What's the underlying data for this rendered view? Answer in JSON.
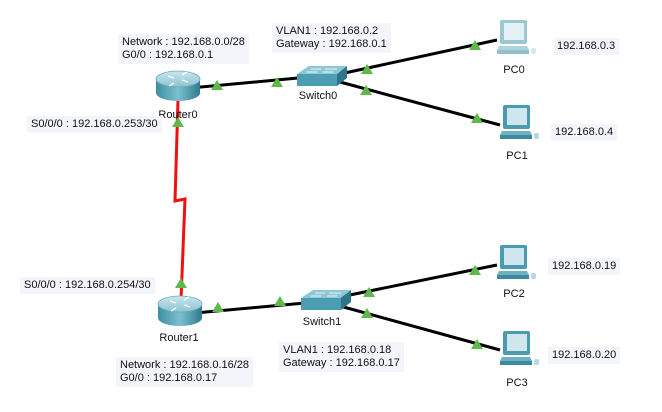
{
  "colors": {
    "link_copper": "#000000",
    "link_serial": "#ee1111",
    "port_up": "#5fb84a",
    "device_body": "#4a9bb0",
    "device_top": "#8fc6d4",
    "note_bg": "#f3f5fb"
  },
  "devices": {
    "router0": {
      "label": "Router0",
      "icon": "router-icon"
    },
    "router1": {
      "label": "Router1",
      "icon": "router-icon"
    },
    "switch0": {
      "label": "Switch0",
      "icon": "switch-icon"
    },
    "switch1": {
      "label": "Switch1",
      "icon": "switch-icon"
    },
    "pc0": {
      "label": "PC0",
      "icon": "pc-icon",
      "faded": true
    },
    "pc1": {
      "label": "PC1",
      "icon": "pc-icon",
      "faded": false
    },
    "pc2": {
      "label": "PC2",
      "icon": "pc-icon",
      "faded": false
    },
    "pc3": {
      "label": "PC3",
      "icon": "pc-icon",
      "faded": false
    }
  },
  "notes": {
    "router0_lan": {
      "line1": "Network : 192.168.0.0/28",
      "line2": "G0/0 : 192.168.0.1"
    },
    "router0_serial": {
      "line1": "S0/0/0 : 192.168.0.253/30"
    },
    "switch0": {
      "line1": "VLAN1 : 192.168.0.2",
      "line2": "Gateway : 192.168.0.1"
    },
    "pc0": {
      "line1": "192.168.0.3"
    },
    "pc1": {
      "line1": "192.168.0.4"
    },
    "router1_serial": {
      "line1": "S0/0/0 : 192.168.0.254/30"
    },
    "router1_lan": {
      "line1": "Network : 192.168.0.16/28",
      "line2": "G0/0 : 192.168.0.17"
    },
    "switch1": {
      "line1": "VLAN1 : 192.168.0.18",
      "line2": "Gateway : 192.168.0.17"
    },
    "pc2": {
      "line1": "192.168.0.19"
    },
    "pc3": {
      "line1": "192.168.0.20"
    }
  },
  "links": [
    {
      "from": "Router0",
      "to": "Switch0",
      "type": "copper",
      "status": "up"
    },
    {
      "from": "Switch0",
      "to": "PC0",
      "type": "copper",
      "status": "up"
    },
    {
      "from": "Switch0",
      "to": "PC1",
      "type": "copper",
      "status": "up"
    },
    {
      "from": "Router0",
      "to": "Router1",
      "type": "serial",
      "status": "up"
    },
    {
      "from": "Router1",
      "to": "Switch1",
      "type": "copper",
      "status": "up"
    },
    {
      "from": "Switch1",
      "to": "PC2",
      "type": "copper",
      "status": "up"
    },
    {
      "from": "Switch1",
      "to": "PC3",
      "type": "copper",
      "status": "up"
    }
  ]
}
